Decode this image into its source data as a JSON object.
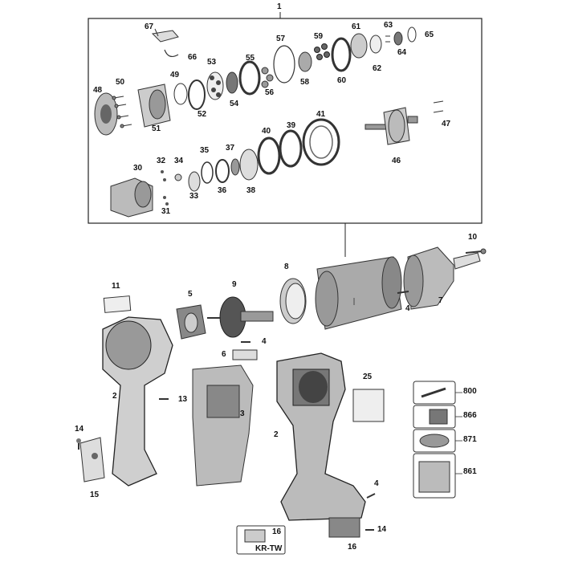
{
  "diagram": {
    "assembly_label": "1",
    "part_labels": [
      "67",
      "66",
      "57",
      "59",
      "61",
      "63",
      "65",
      "53",
      "55",
      "64",
      "62",
      "49",
      "50",
      "48",
      "60",
      "58",
      "56",
      "54",
      "52",
      "51",
      "41",
      "40",
      "39",
      "35",
      "37",
      "47",
      "32",
      "34",
      "46",
      "30",
      "33",
      "36",
      "38",
      "31",
      "10",
      "8",
      "11",
      "5",
      "9",
      "7",
      "4",
      "6",
      "2",
      "13",
      "3",
      "25",
      "800",
      "866",
      "871",
      "861",
      "14",
      "15",
      "16"
    ],
    "repeated_labels": {
      "tool_4a": "4",
      "tool_4b": "4",
      "tool_2b": "2",
      "tool_14b": "14",
      "tool_16b": "16"
    },
    "kit_tag": "KR-TW"
  }
}
